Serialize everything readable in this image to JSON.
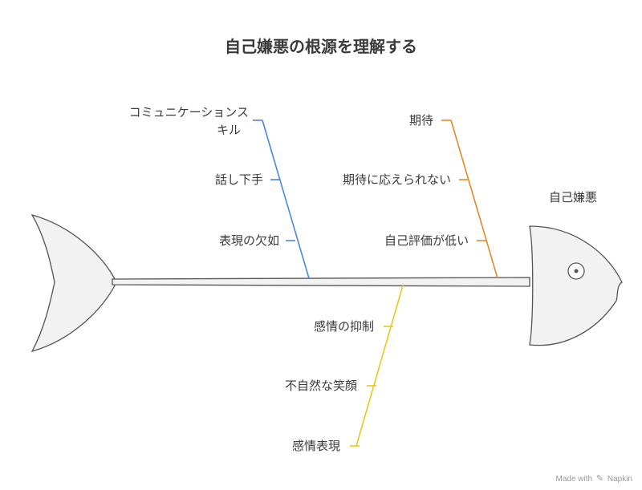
{
  "title": "自己嫌悪の根源を理解する",
  "head": {
    "label": "自己嫌悪"
  },
  "branches": [
    {
      "color": "#4a86e0",
      "causes": [
        "コミュニケーションス",
        "キル",
        "話し下手",
        "表現の欠如"
      ]
    },
    {
      "color": "#e08a2c",
      "causes": [
        "期待",
        "期待に応えられない",
        "自己評価が低い"
      ]
    },
    {
      "color": "#e8c81e",
      "causes": [
        "感情の抑制",
        "不自然な笑顔",
        "感情表現"
      ]
    }
  ],
  "footer": {
    "made_with": "Made with",
    "brand": "Napkin",
    "icon": "napkin-logo-icon"
  }
}
